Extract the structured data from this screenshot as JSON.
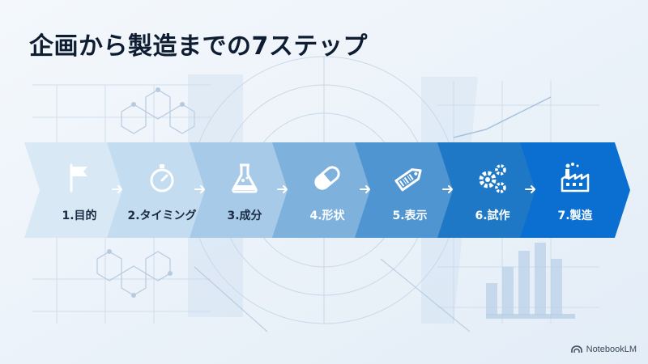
{
  "title": "企画から製造までの7ステップ",
  "steps": [
    {
      "label": "1.目的",
      "icon": "flag-icon"
    },
    {
      "label": "2.タイミング",
      "icon": "stopwatch-icon"
    },
    {
      "label": "3.成分",
      "icon": "flask-icon"
    },
    {
      "label": "4.形状",
      "icon": "capsule-icon"
    },
    {
      "label": "5.表示",
      "icon": "price-tag-icon"
    },
    {
      "label": "6.試作",
      "icon": "gears-icon"
    },
    {
      "label": "7.製造",
      "icon": "factory-icon"
    }
  ],
  "brand": "NotebookLM",
  "colors": {
    "title": "#0f1d33",
    "step_fills": [
      "#d9e8f5",
      "#c4dcef",
      "#a7cae8",
      "#7fb1dd",
      "#4f95d2",
      "#1f78c6",
      "#0a6fd0"
    ],
    "step_text_dark": "#1b2b44",
    "step_text_light": "#ffffff",
    "arrow": "#ffffff"
  }
}
